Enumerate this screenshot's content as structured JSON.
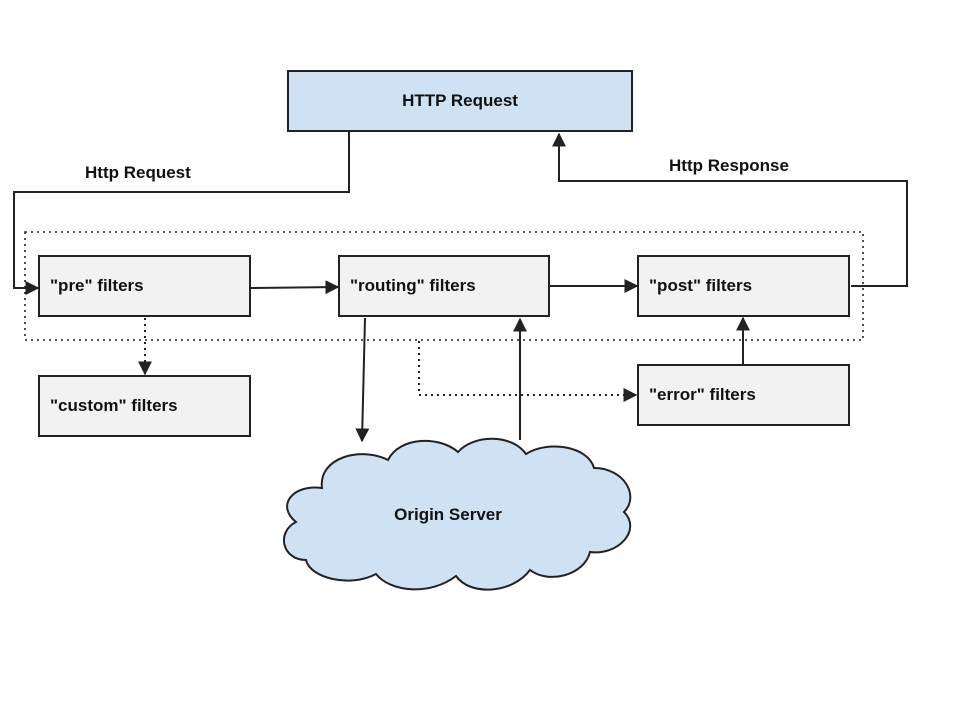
{
  "colors": {
    "request_fill": "#cfe2f3",
    "filter_fill": "#f2f2f2",
    "cloud_fill": "#cfe2f3",
    "stroke": "#222222"
  },
  "nodes": {
    "http_request": "HTTP Request",
    "pre": "\"pre\" filters",
    "routing": "\"routing\" filters",
    "post": "\"post\" filters",
    "custom": "\"custom\" filters",
    "error": "\"error\" filters",
    "origin": "Origin Server"
  },
  "edges": {
    "request_label": "Http Request",
    "response_label": "Http Response"
  }
}
